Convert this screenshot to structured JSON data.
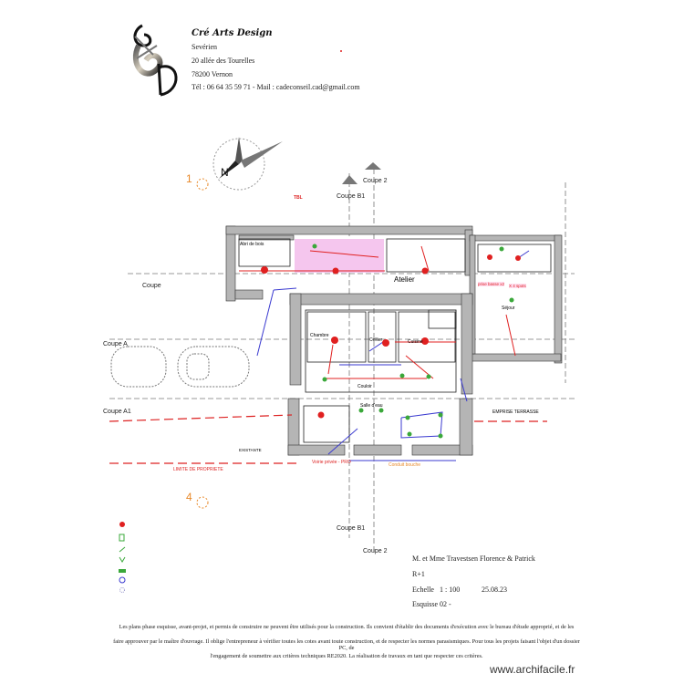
{
  "header": {
    "company": "Cré Arts Design",
    "lines": [
      "Sevérien",
      "20 allée des Tourelles",
      "78200 Vernon",
      "Tél : 06 64 35 59 71 - Mail : cadeconseil.cad@gmail.com"
    ]
  },
  "plan": {
    "section_markers": {
      "coupe_2_top": "Coupe 2",
      "coupe_b1_top": "Coupe B1",
      "coupe_left": "Coupe",
      "coupe_a": "Coupe A",
      "coupe_a1": "Coupe A1",
      "coupe_b1_bottom": "Coupe B1",
      "coupe_2_bottom": "Coupe 2"
    },
    "view_numbers": {
      "view1": "1",
      "view4": "4"
    },
    "tbl": "TBL",
    "rooms": {
      "atelier": "Atelier",
      "abri": "Abri de bois",
      "cellier": "Cellier",
      "couloir": "Couloir",
      "chambre": "Chambre",
      "cuisine": "Cuisine",
      "sdb": "Salle d'eau",
      "sejour": "Séjour"
    },
    "annotations": {
      "prise": "prise basse x2",
      "spots": "X 4 spots",
      "emprise": "EMPRISE TERRASSE",
      "limite": "LIMITE DE PROPRIETE",
      "voirie": "Voirie privée - PRO",
      "conduit": "Conduit bouche",
      "existante": "EXISTANTE"
    }
  },
  "title_block": {
    "client": "M. et Mme Travestsen Florence & Patrick",
    "level": "R+1",
    "scale_label": "Echelle",
    "scale_value": "1 : 100",
    "date": "25.08.23",
    "sheet": "Esquisse 02 -"
  },
  "footer": {
    "lines": [
      "Les plans phase esquisse, avant-projet, et permis de construire ne peuvent être utilisés pour la construction. Ils convient d'établir des documents d'exécution avec le bureau d'étude approprié, et de les",
      "faire approuver par le maître d'ouvrage. Il oblige l'entrepreneur à vérifier toutes les cotes avant toute construction, et de respecter les normes parasismiques. Pour tous les projets faisant l'objet d'un dossier PC, de",
      "l'engagement de soumettre aux critères techniques RE2020. La réalisation de travaux en tant que respecter ces critères."
    ],
    "watermark": "www.archifacile.fr"
  },
  "colors": {
    "wall": "#b5b5b5",
    "elec_red": "#e02020",
    "elec_green": "#3aa83a",
    "wire_blue": "#3a3ad0",
    "accent_orange": "#e8892a",
    "pink": "#f5c6ee"
  }
}
